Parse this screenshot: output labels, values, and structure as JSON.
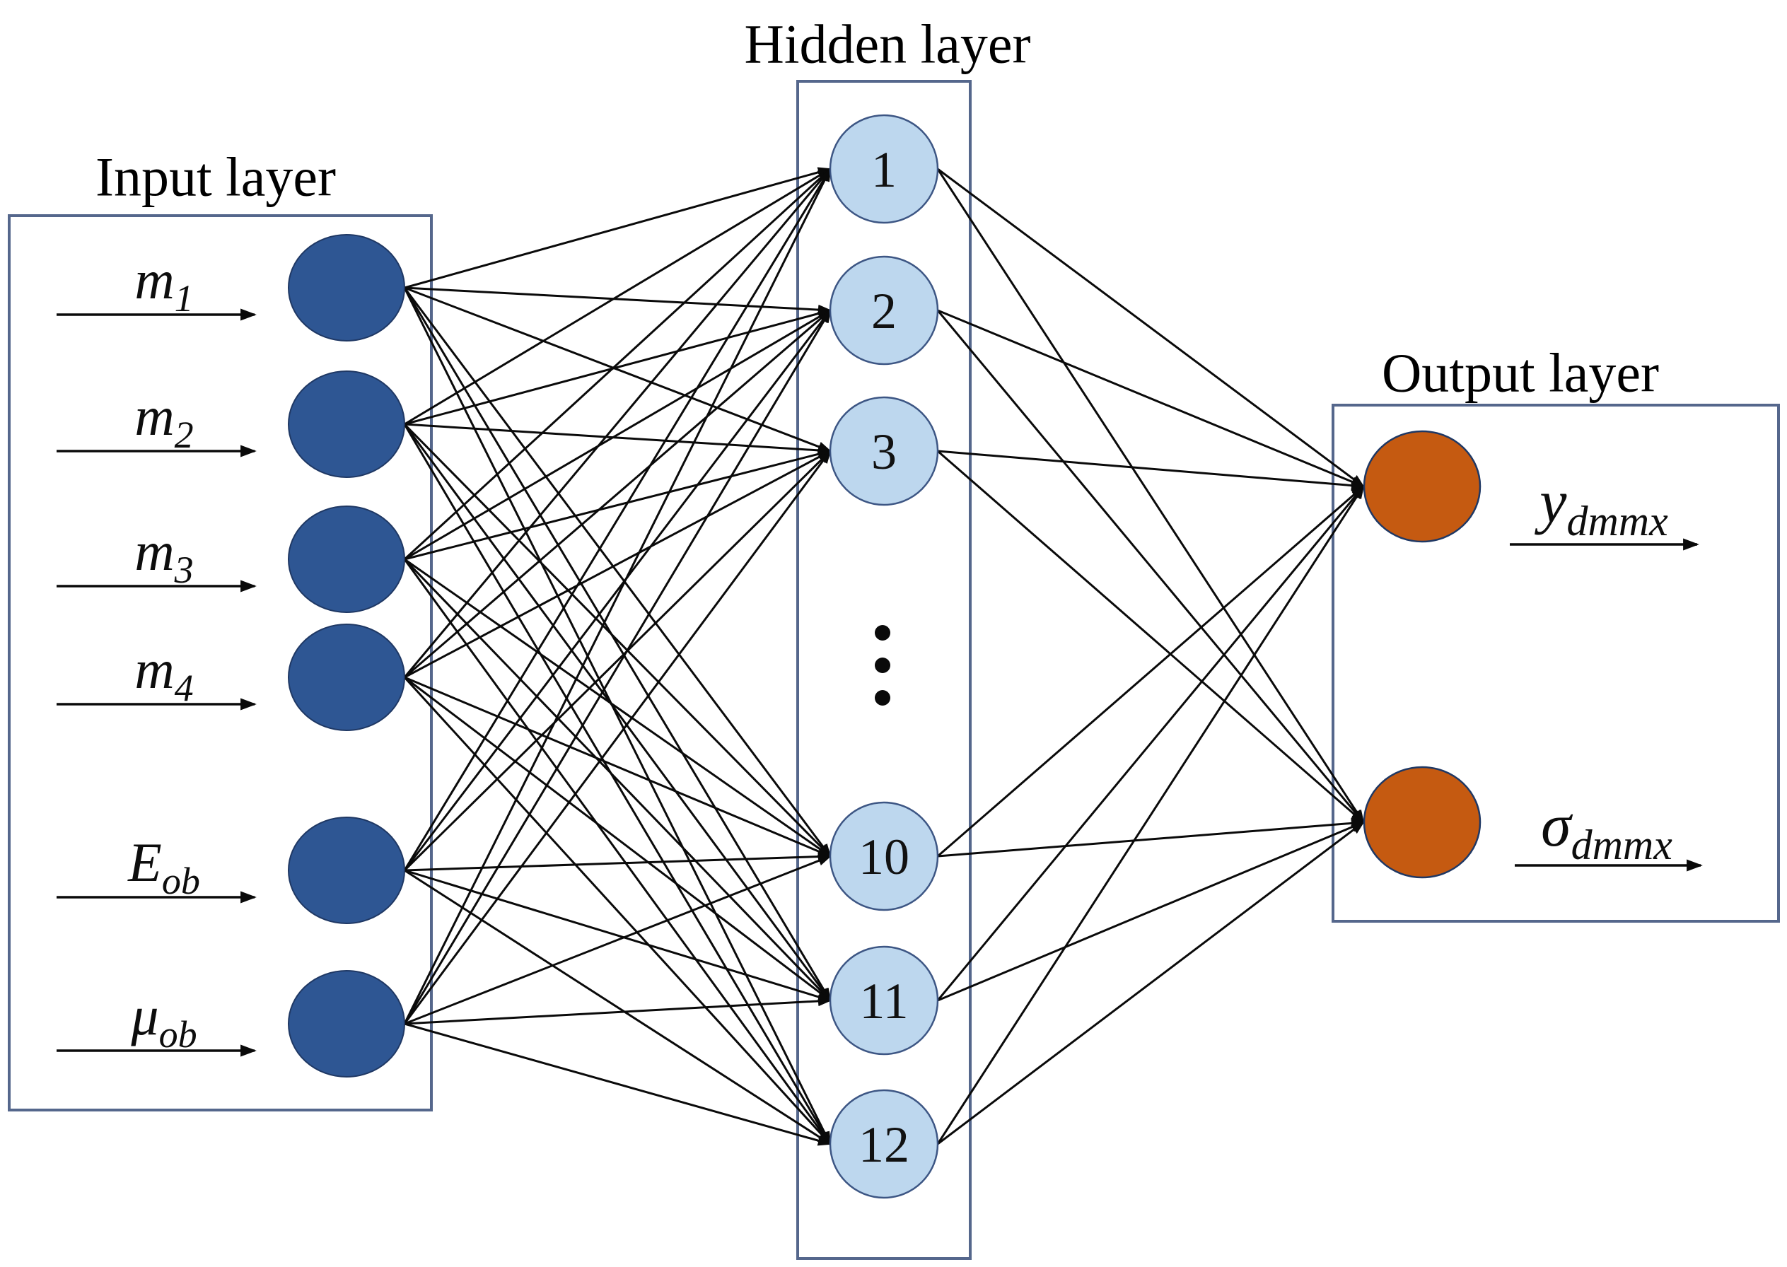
{
  "figure": {
    "titles": {
      "input": "Input layer",
      "hidden": "Hidden layer",
      "output": "Output layer"
    },
    "input_nodes": [
      {
        "name": "m1",
        "label_base": "m",
        "label_sub": "1"
      },
      {
        "name": "m2",
        "label_base": "m",
        "label_sub": "2"
      },
      {
        "name": "m3",
        "label_base": "m",
        "label_sub": "3"
      },
      {
        "name": "m4",
        "label_base": "m",
        "label_sub": "4"
      },
      {
        "name": "Eob",
        "label_base": "E",
        "label_sub": "ob"
      },
      {
        "name": "muob",
        "label_base": "μ",
        "label_sub": "ob"
      }
    ],
    "hidden_nodes": [
      "1",
      "2",
      "3",
      "10",
      "11",
      "12"
    ],
    "hidden_ellipsis_dot_count": 3,
    "output_nodes": [
      {
        "name": "ydmmx",
        "label_base": "y",
        "label_sub": "dmmx"
      },
      {
        "name": "sigmadmmx",
        "label_base": "σ",
        "label_sub": "dmmx"
      }
    ],
    "connectivity": {
      "input_to_hidden": "fully-connected",
      "hidden_to_output": "fully-connected"
    },
    "colors": {
      "background": "#ffffff",
      "layer_box_stroke": "#55678c",
      "edge_stroke": "#0a0a0a",
      "input_node_fill": "#2e5693",
      "input_node_stroke": "#1f3864",
      "hidden_node_fill": "#bdd7ee",
      "hidden_node_stroke": "#3d5684",
      "output_node_fill": "#c55a11",
      "output_node_stroke": "#1f3864"
    }
  }
}
